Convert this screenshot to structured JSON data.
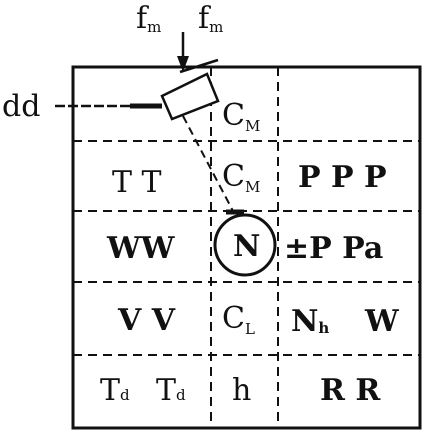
{
  "labels": {
    "top_left": {
      "main": "f",
      "sub": "m"
    },
    "top_right": {
      "main": "f",
      "sub": "m"
    },
    "left_side": "dd",
    "row1_mid": {
      "main": "C",
      "sub": "M"
    },
    "row2_left": "T T",
    "row2_mid": {
      "main": "C",
      "sub": "M"
    },
    "row2_right": "P P P",
    "row3_left": "WW",
    "row3_circle": "N",
    "row3_right": "±P Pa",
    "row4_left": "V V",
    "row4_mid": {
      "main": "C",
      "sub": "L"
    },
    "row4_right_nh": {
      "main": "N",
      "sub": "h"
    },
    "row4_right_w": "W",
    "row5_left_1": {
      "main": "T",
      "sub": "d"
    },
    "row5_left_2": {
      "main": "T",
      "sub": "d"
    },
    "row5_mid": "h",
    "row5_right": "R R"
  },
  "colors": {
    "ink": "#111111",
    "paper": "#ffffff"
  }
}
